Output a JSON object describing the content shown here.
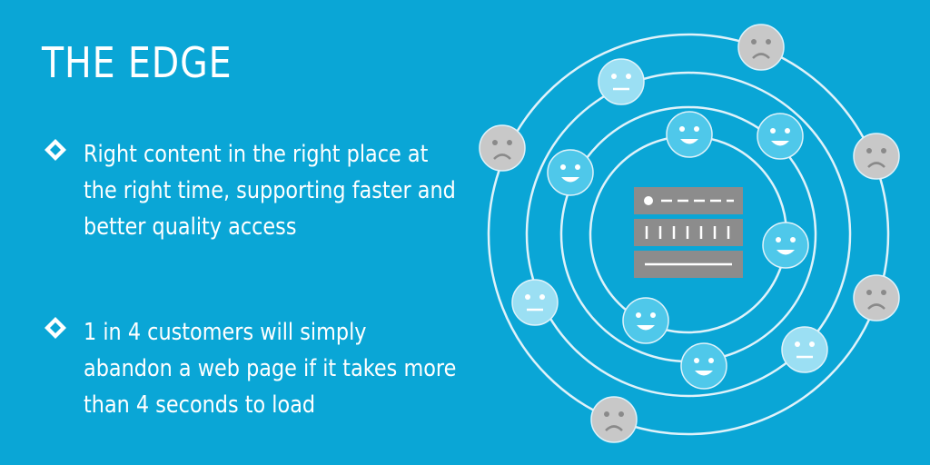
{
  "header": {
    "title": "THE EDGE"
  },
  "bullets": [
    {
      "text": "Right content in the right place at the right time, supporting faster and better quality access"
    },
    {
      "text": "1 in 4 customers will simply abandon a web page if it takes more than 4 seconds to load"
    }
  ],
  "colors": {
    "background": "#0aa6d6",
    "ring": "#dff2fa",
    "happy_face": "#4fc8ea",
    "neutral_face": "#9bdff3",
    "sad_face": "#c8c8c8",
    "server": "#8c8c8c"
  },
  "diagram": {
    "center_icon": "server-icon",
    "faces": [
      {
        "icon": "happy-face-icon"
      },
      {
        "icon": "happy-face-icon"
      },
      {
        "icon": "happy-face-icon"
      },
      {
        "icon": "happy-face-icon"
      },
      {
        "icon": "happy-face-icon"
      },
      {
        "icon": "happy-face-icon"
      },
      {
        "icon": "neutral-face-icon"
      },
      {
        "icon": "neutral-face-icon"
      },
      {
        "icon": "neutral-face-icon"
      },
      {
        "icon": "sad-face-icon"
      },
      {
        "icon": "sad-face-icon"
      },
      {
        "icon": "sad-face-icon"
      },
      {
        "icon": "sad-face-icon"
      },
      {
        "icon": "sad-face-icon"
      }
    ]
  }
}
